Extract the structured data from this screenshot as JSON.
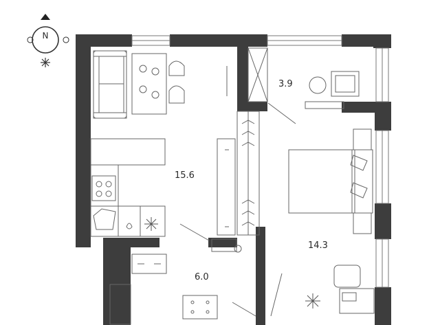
{
  "compass": {
    "north_label": "N"
  },
  "rooms": [
    {
      "id": "living-kitchen",
      "area": "15.6"
    },
    {
      "id": "wardrobe-balcony",
      "area": "3.9"
    },
    {
      "id": "bedroom",
      "area": "14.3"
    },
    {
      "id": "hallway",
      "area": "6.0"
    }
  ],
  "colors": {
    "wall": "#3d3d3d",
    "line": "#555555",
    "background": "#ffffff"
  }
}
